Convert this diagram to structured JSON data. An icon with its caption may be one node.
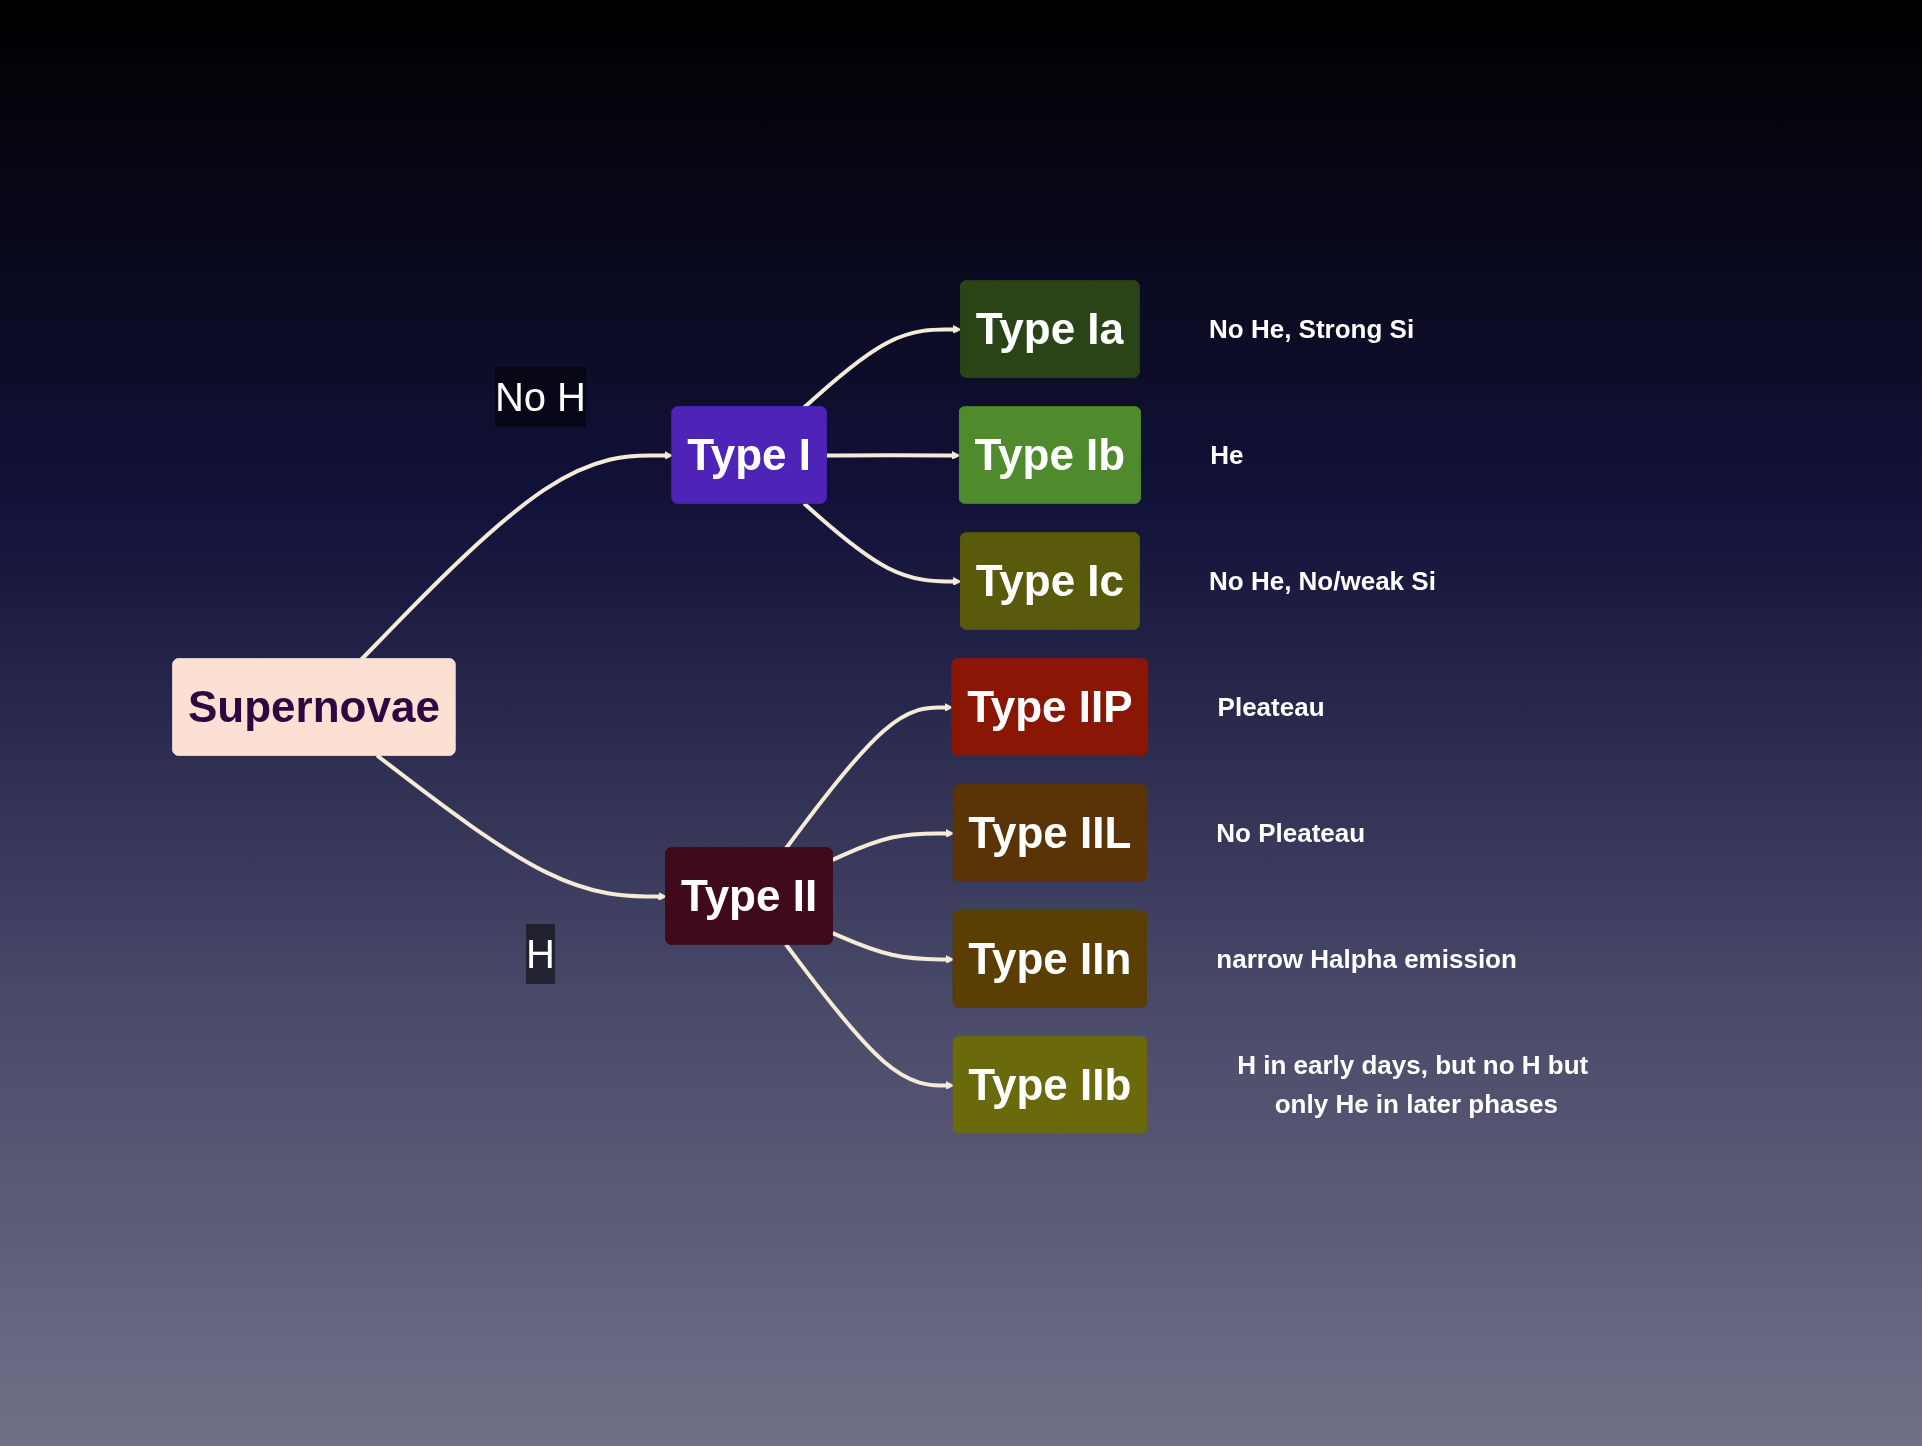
{
  "diagram": {
    "nodes": [
      {
        "text": [
          "Supernovae"
        ]
      },
      {
        "text": [
          "Type I"
        ]
      },
      {
        "text": [
          "Type II"
        ]
      },
      {
        "text": [
          "Type Ia"
        ],
        "beside": [
          "No He, Strong Si"
        ]
      },
      {
        "text": [
          "Type Ib"
        ],
        "beside": [
          "He"
        ]
      },
      {
        "text": [
          "Type Ic"
        ],
        "beside": [
          "No He, No/weak Si"
        ]
      },
      {
        "text": [
          "Type IIP"
        ],
        "beside": [
          "Pleateau"
        ]
      },
      {
        "text": [
          "Type IIL"
        ],
        "beside": [
          "No Pleateau"
        ]
      },
      {
        "text": [
          "Type IIn"
        ],
        "beside": [
          "narrow Halpha emission"
        ]
      },
      {
        "text": [
          "Type IIb"
        ],
        "beside": [
          "H in early days, but no H but only He in later phases"
        ]
      }
    ],
    "edges": [
      {
        "from": 0,
        "to": 1,
        "label": "No H",
        "arrow": "to"
      },
      {
        "from": 0,
        "to": 2,
        "label": "H",
        "arrow": "to"
      },
      {
        "from": 1,
        "to": 3,
        "arrow": "to"
      },
      {
        "from": 1,
        "to": 4,
        "arrow": "to"
      },
      {
        "from": 1,
        "to": 5,
        "arrow": "to"
      },
      {
        "from": 2,
        "to": 6,
        "arrow": "to"
      },
      {
        "from": 2,
        "to": 7,
        "arrow": "to"
      },
      {
        "from": 2,
        "to": 8,
        "arrow": "to"
      },
      {
        "from": 2,
        "to": 9,
        "arrow": "to"
      }
    ]
  }
}
